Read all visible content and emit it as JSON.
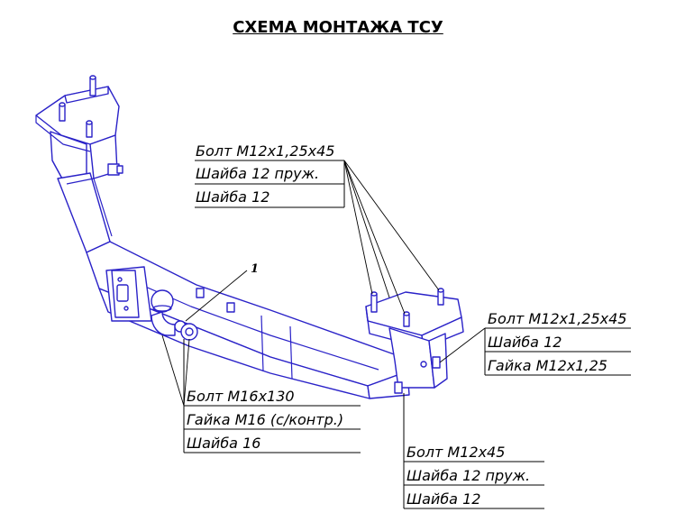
{
  "title": "СХЕМА МОНТАЖА ТСУ",
  "callout_number": "1",
  "groups": {
    "top": {
      "lines": [
        "Болт М12х1,25х45",
        "Шайба 12 пруж.",
        "Шайба 12"
      ]
    },
    "right": {
      "lines": [
        "Болт М12х1,25х45",
        "Шайба 12",
        "Гайка М12х1,25"
      ]
    },
    "left": {
      "lines": [
        "Болт М16х130",
        "Гайка М16 (с/контр.)",
        "Шайба 16"
      ]
    },
    "bottom": {
      "lines": [
        "Болт М12х45",
        "Шайба 12 пруж.",
        "Шайба 12"
      ]
    }
  },
  "colors": {
    "drawing_line": "#2a22c8",
    "text": "#000000",
    "background": "#ffffff"
  }
}
